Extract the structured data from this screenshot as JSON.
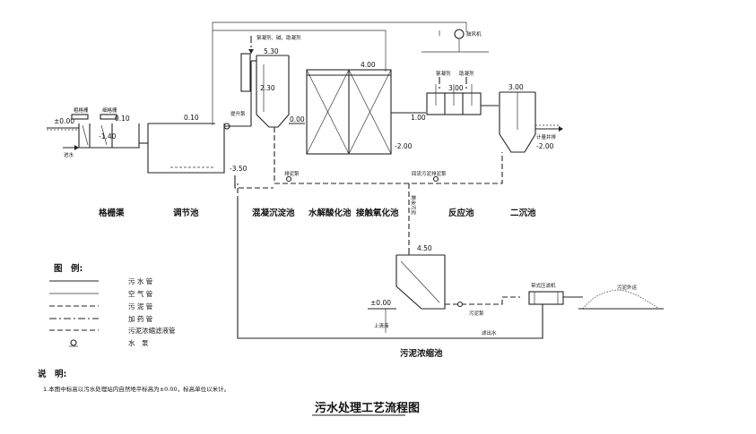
{
  "title": "污水处理工艺流程图",
  "note_heading": "说　明:",
  "note_text": "1.本图中标高以污水处理站内自然地平标高为±0.00，标高单位以米计。",
  "units": [
    {
      "id": "grille",
      "label": "格栅渠"
    },
    {
      "id": "equalization",
      "label": "调节池"
    },
    {
      "id": "coagulation",
      "label": "混凝沉淀池"
    },
    {
      "id": "hydrolysis",
      "label": "水解酸化池"
    },
    {
      "id": "contact",
      "label": "接触氧化池"
    },
    {
      "id": "reaction",
      "label": "反应池"
    },
    {
      "id": "secondary",
      "label": "二沉池"
    },
    {
      "id": "sludge_thickener",
      "label": "污泥浓缩池"
    }
  ],
  "elevations": {
    "ground": "±0.00",
    "grille_top": "0.10",
    "grille_bottom": "-1.40",
    "equalization_top": "0.10",
    "equalization_bottom": "-3.50",
    "coag_top": "5.30",
    "coag_mid": "2.30",
    "coag_bottom": "0.00",
    "hydro_top": "4.00",
    "hydro_bottom": "-2.00",
    "contact_out": "1.00",
    "reaction_top": "3.00",
    "reaction_top2": "3.00",
    "secondary_top": "3.00",
    "secondary_bottom": "-2.00",
    "thickener_top": "4.50",
    "thickener_ground": "±0.00"
  },
  "equipment": {
    "coarse_screen": "粗格栅",
    "fine_screen": "细格栅",
    "inlet": "进水",
    "lift_pump": "提升泵",
    "dosing_top": "絮凝剂、碱、助凝剂",
    "blower": "鼓风机",
    "drain_pump_1": "排泥泵",
    "drain_pump_2": "排泥泵",
    "flocculant": "絮凝剂",
    "coagulant_aid": "助凝剂",
    "outlet_well": "计量井排",
    "return_sludge": "回流污泥",
    "residual_sludge": "剩余污泥",
    "supernatant": "上清液",
    "sludge_pump": "污泥泵",
    "filter_press": "带式压滤机",
    "filtrate": "滤出水",
    "sludge_out": "污泥外运"
  },
  "legend": {
    "heading": "图　例:",
    "items": [
      {
        "label": "污 水 管",
        "style": "solid"
      },
      {
        "label": "空 气 管",
        "style": "thin"
      },
      {
        "label": "污 泥 管",
        "style": "dash"
      },
      {
        "label": "加 药 管",
        "style": "dashdot"
      },
      {
        "label": "污泥浓缩滤液管",
        "style": "dash"
      },
      {
        "label": "水　泵",
        "style": "pump"
      }
    ]
  }
}
